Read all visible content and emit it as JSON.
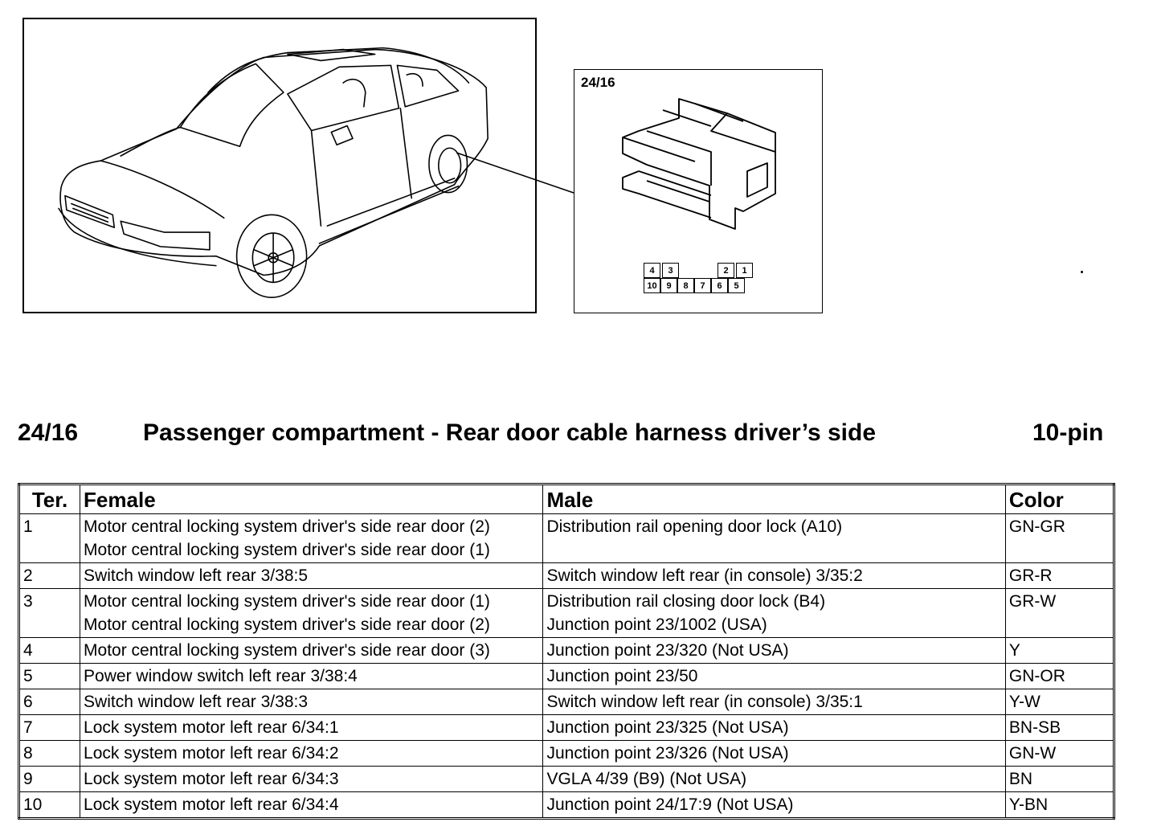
{
  "connector": {
    "code": "24/16",
    "pin_layout": {
      "top_row": [
        "4",
        "3",
        "",
        "",
        "2",
        "1"
      ],
      "bottom_row": [
        "10",
        "9",
        "8",
        "7",
        "6",
        "5"
      ]
    }
  },
  "heading": {
    "code": "24/16",
    "title": "Passenger compartment - Rear door cable harness driver’s side",
    "pins": "10-pin"
  },
  "table": {
    "headers": {
      "ter": "Ter.",
      "female": "Female",
      "male": "Male",
      "color": "Color"
    },
    "rows": [
      {
        "ter": "1",
        "female": [
          "Motor central locking system driver's side rear door (2)",
          "Motor central locking system driver's side rear door (1)"
        ],
        "male": [
          "Distribution rail opening door lock (A10)"
        ],
        "color": "GN-GR"
      },
      {
        "ter": "2",
        "female": [
          "Switch window left rear 3/38:5"
        ],
        "male": [
          "Switch window left rear (in console) 3/35:2"
        ],
        "color": "GR-R"
      },
      {
        "ter": "3",
        "female": [
          "Motor central locking system driver's side rear door (1)",
          "Motor central locking system driver's side rear door (2)"
        ],
        "male": [
          "Distribution rail closing door lock (B4)",
          "Junction point 23/1002 (USA)"
        ],
        "color": "GR-W"
      },
      {
        "ter": "4",
        "female": [
          "Motor central locking system driver's side rear door (3)"
        ],
        "male": [
          "Junction point 23/320 (Not USA)"
        ],
        "color": "Y"
      },
      {
        "ter": "5",
        "female": [
          "Power window switch left rear 3/38:4"
        ],
        "male": [
          "Junction point 23/50"
        ],
        "color": "GN-OR"
      },
      {
        "ter": "6",
        "female": [
          "Switch window left rear 3/38:3"
        ],
        "male": [
          "Switch window left rear (in console) 3/35:1"
        ],
        "color": "Y-W"
      },
      {
        "ter": "7",
        "female": [
          "Lock system motor left rear 6/34:1"
        ],
        "male": [
          "Junction point 23/325 (Not USA)"
        ],
        "color": "BN-SB"
      },
      {
        "ter": "8",
        "female": [
          "Lock system motor left rear 6/34:2"
        ],
        "male": [
          "Junction point 23/326 (Not USA)"
        ],
        "color": "GN-W"
      },
      {
        "ter": "9",
        "female": [
          "Lock system motor left rear 6/34:3"
        ],
        "male": [
          "VGLA 4/39 (B9) (Not USA)"
        ],
        "color": "BN"
      },
      {
        "ter": "10",
        "female": [
          "Lock system motor left rear 6/34:4"
        ],
        "male": [
          "Junction point 24/17:9 (Not USA)"
        ],
        "color": "Y-BN"
      }
    ]
  }
}
